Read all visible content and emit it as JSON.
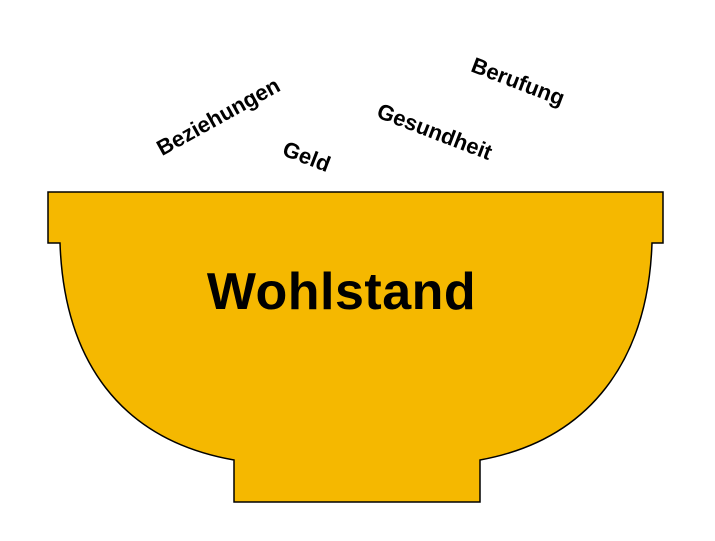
{
  "bowl": {
    "label": "Wohlstand",
    "fill_color": "#f5b800",
    "stroke_color": "#000000"
  },
  "floating_words": [
    {
      "text": "Beziehungen"
    },
    {
      "text": "Geld"
    },
    {
      "text": "Gesundheit"
    },
    {
      "text": "Berufung"
    }
  ]
}
